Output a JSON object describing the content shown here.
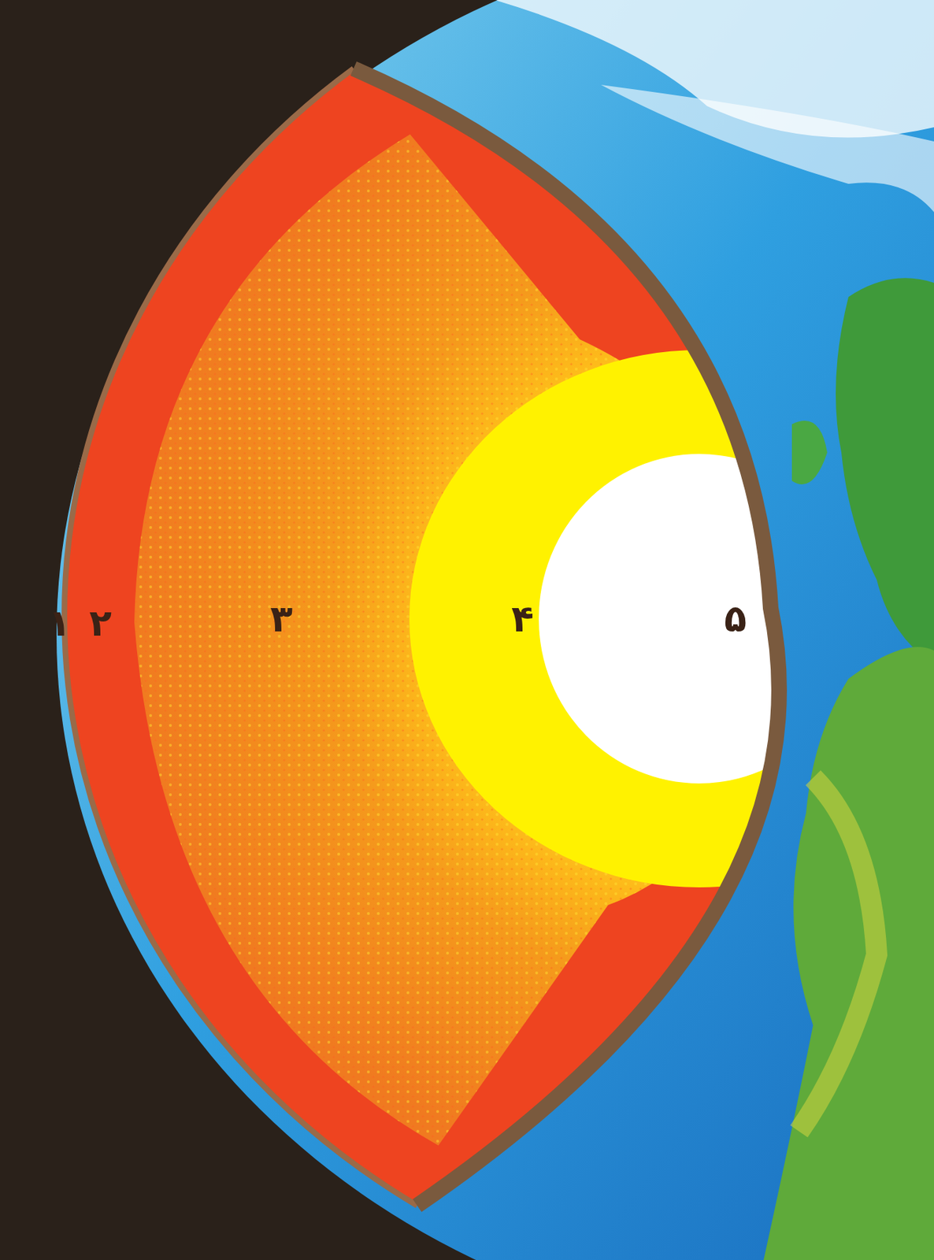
{
  "diagram": {
    "labels": [
      "۱",
      "۲",
      "۳",
      "۴",
      "۵"
    ]
  }
}
